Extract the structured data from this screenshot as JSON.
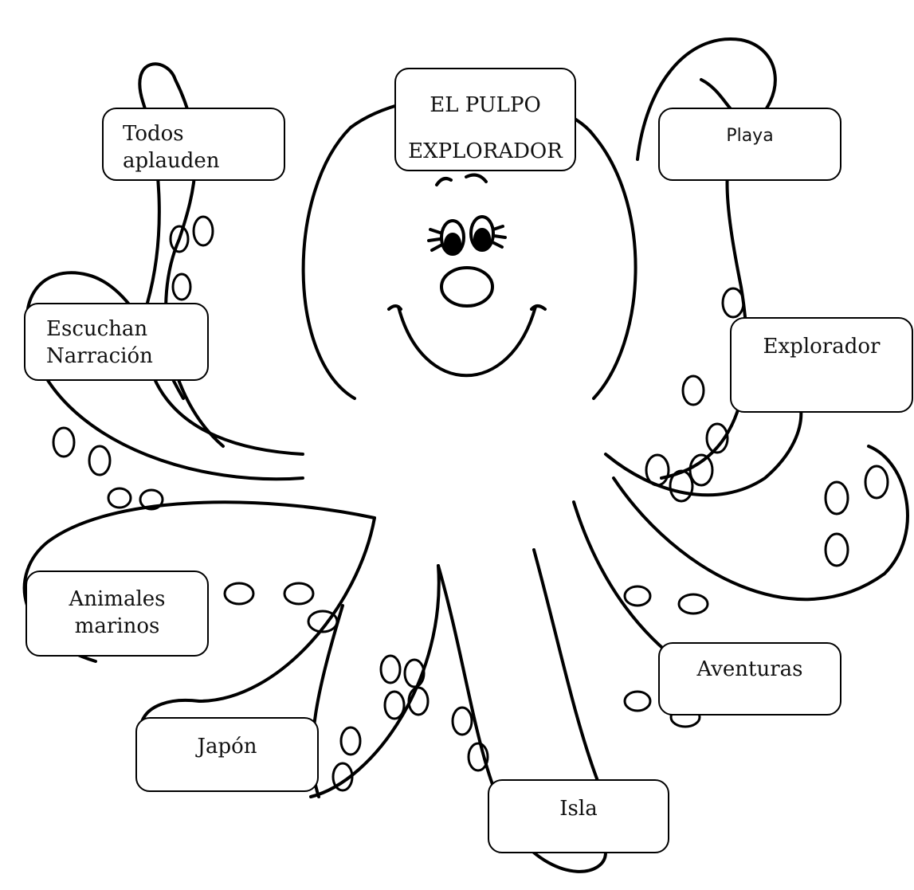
{
  "title": {
    "line1": "EL PULPO",
    "line2": "EXPLORADOR"
  },
  "labels": {
    "todos_aplauden": [
      "Todos",
      "aplauden"
    ],
    "escuchan_narracion": [
      "Escuchan",
      "Narración"
    ],
    "animales_marinos": [
      "Animales",
      "marinos"
    ],
    "japon": "Japón",
    "isla": "Isla",
    "aventuras": "Aventuras",
    "explorador": "Explorador",
    "playa": "Playa"
  },
  "colors": {
    "line": "#000000",
    "background": "#ffffff"
  }
}
